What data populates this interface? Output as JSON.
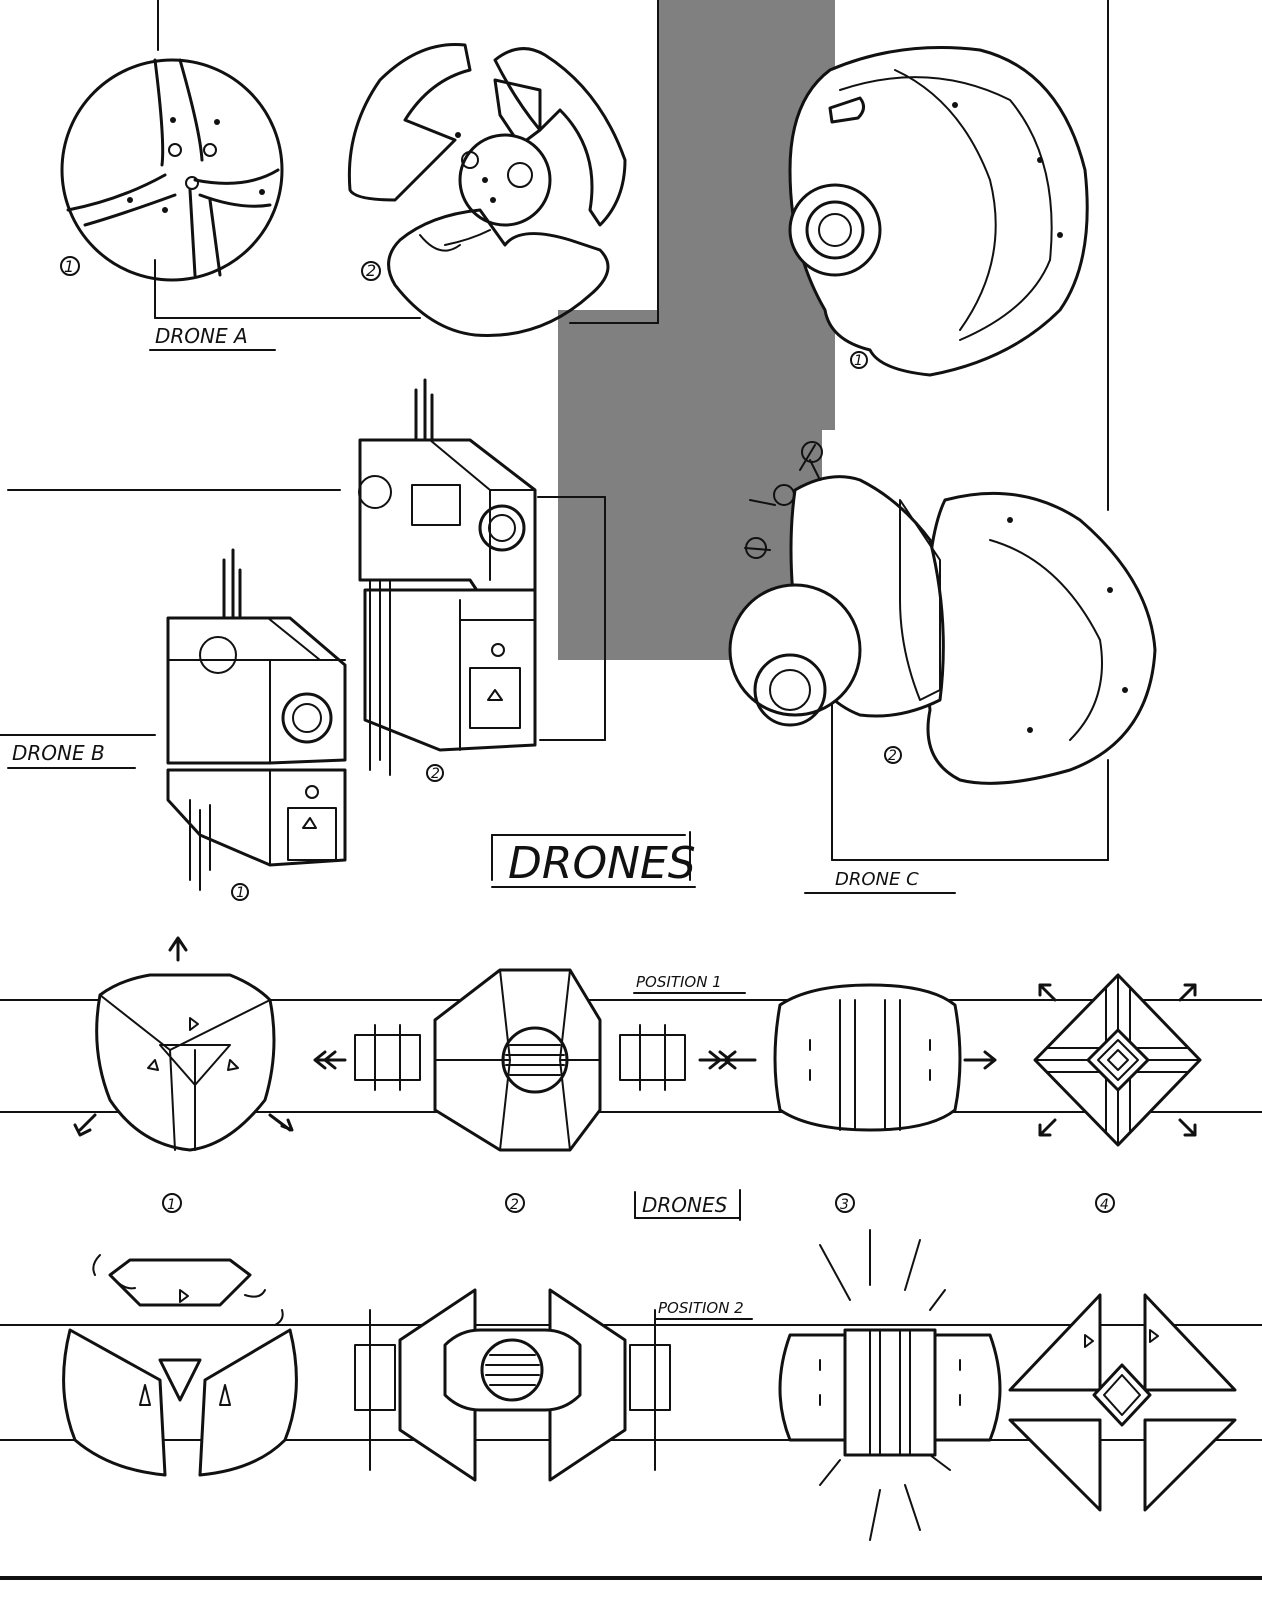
{
  "sheet_title": "DRONES",
  "section_labels": {
    "drone_a": "DRONE A",
    "drone_b": "DRONE B",
    "drone_c": "DRONE C"
  },
  "view_numbers": [
    "1",
    "2",
    "1",
    "2",
    "1",
    "2"
  ],
  "lineup": {
    "title": "DRONES",
    "position_1": "POSITION 1",
    "position_2": "POSITION 2",
    "item_numbers": [
      "1",
      "2",
      "3",
      "4"
    ]
  },
  "colors": {
    "ink": "#111111",
    "paper": "#ffffff",
    "grey_block": "#808080"
  }
}
